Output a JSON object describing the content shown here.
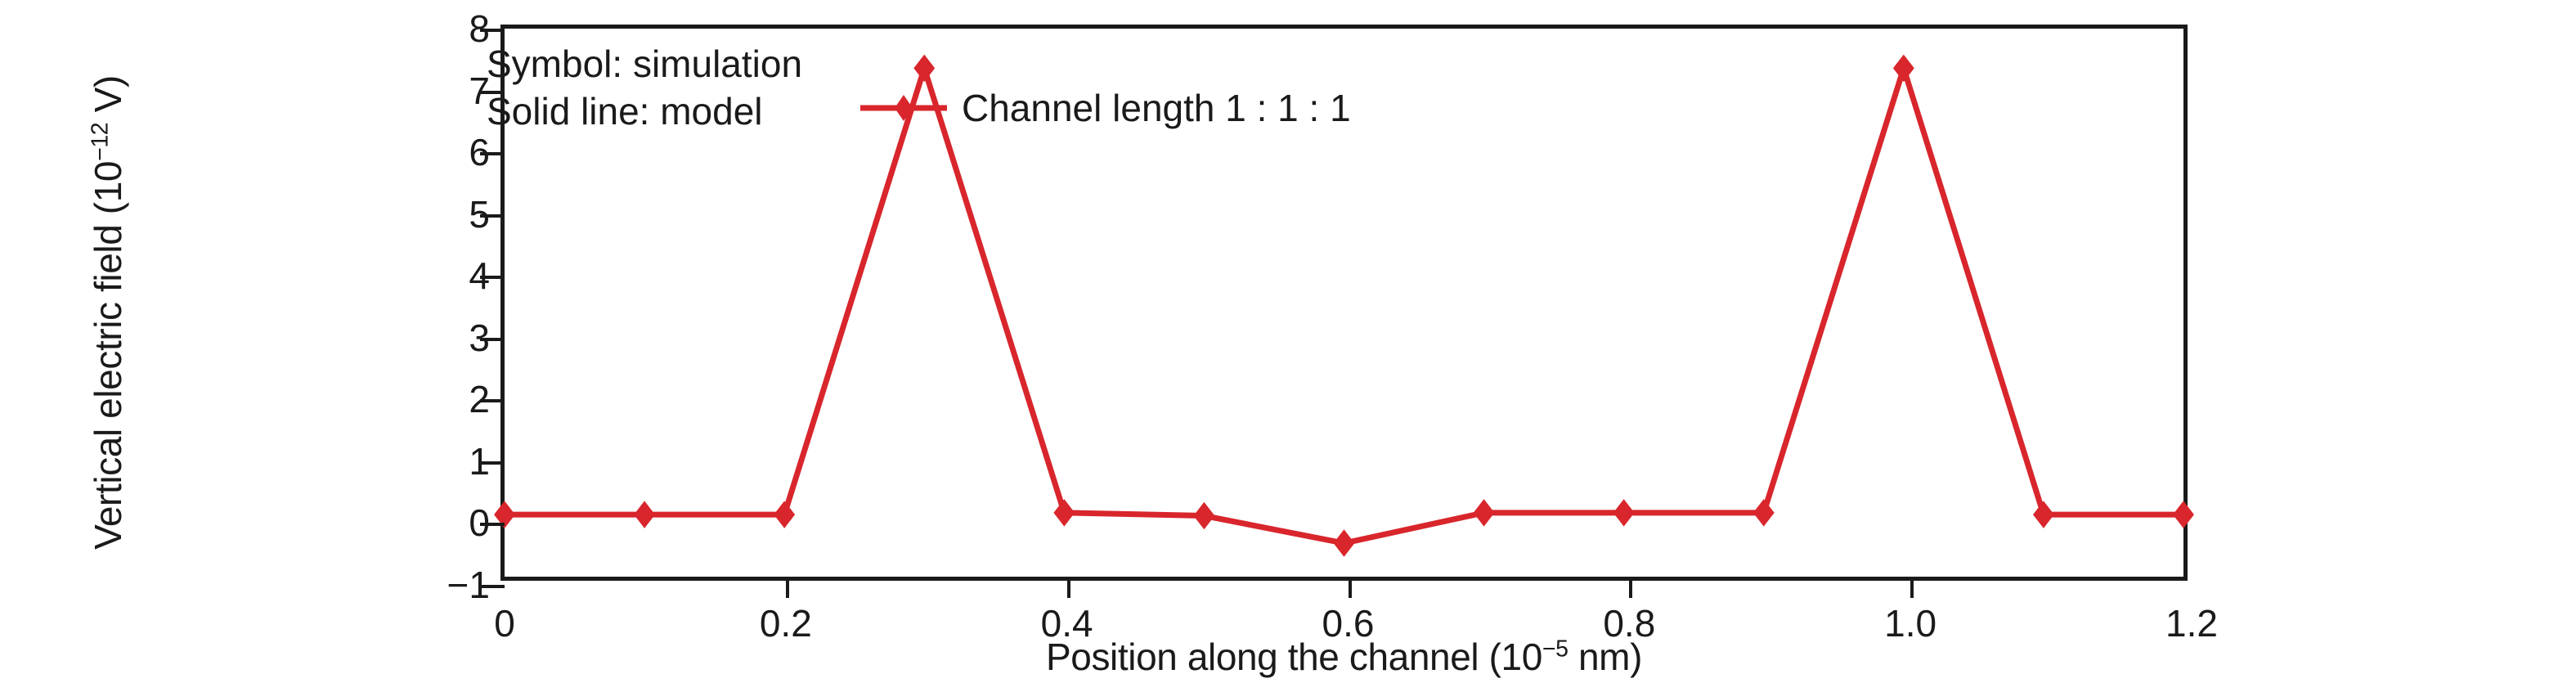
{
  "chart_data": {
    "type": "line",
    "title": "",
    "xlabel_parts": {
      "pre": "Position along the channel (10",
      "exp": "−5",
      "post": " nm)"
    },
    "ylabel_parts": {
      "pre": "Vertical electric field (10",
      "exp": "−12",
      "post": " V)"
    },
    "xlabel": "Position along the channel (10−5 nm)",
    "ylabel": "Vertical electric field (10−12 V)",
    "xlim": [
      0,
      1.2
    ],
    "ylim": [
      -1,
      8
    ],
    "xticks": [
      0,
      0.2,
      0.4,
      0.6,
      0.8,
      1.0,
      1.2
    ],
    "xticklabels": [
      "0",
      "0.2",
      "0.4",
      "0.6",
      "0.8",
      "1.0",
      "1.2"
    ],
    "yticks": [
      -1,
      0,
      1,
      2,
      3,
      4,
      5,
      6,
      7,
      8
    ],
    "yticklabels": [
      "−1",
      "0",
      "1",
      "2",
      "3",
      "4",
      "5",
      "6",
      "7",
      "8"
    ],
    "xminor_step": 0.1,
    "grid": false,
    "x": [
      0,
      0.1,
      0.2,
      0.3,
      0.4,
      0.5,
      0.6,
      0.7,
      0.8,
      0.9,
      1.0,
      1.1,
      1.2
    ],
    "series": [
      {
        "name": "Channel length 1 : 1 : 1",
        "color": "#d8262c",
        "marker": "diamond",
        "values": [
          0.02,
          0.02,
          0.02,
          7.35,
          0.05,
          0.0,
          -0.45,
          0.05,
          0.05,
          0.05,
          7.35,
          0.02,
          0.02
        ]
      }
    ],
    "legend": {
      "position": "upper-center",
      "entries": [
        {
          "label": "Channel length 1 : 1 : 1",
          "color": "#d8262c",
          "marker": "diamond"
        }
      ]
    },
    "annotations": [
      {
        "text": "Symbol: simulation"
      },
      {
        "text": "Solid line: model"
      }
    ]
  },
  "colors": {
    "series": "#d8262c",
    "axis": "#1a1a1a",
    "background": "#ffffff"
  }
}
